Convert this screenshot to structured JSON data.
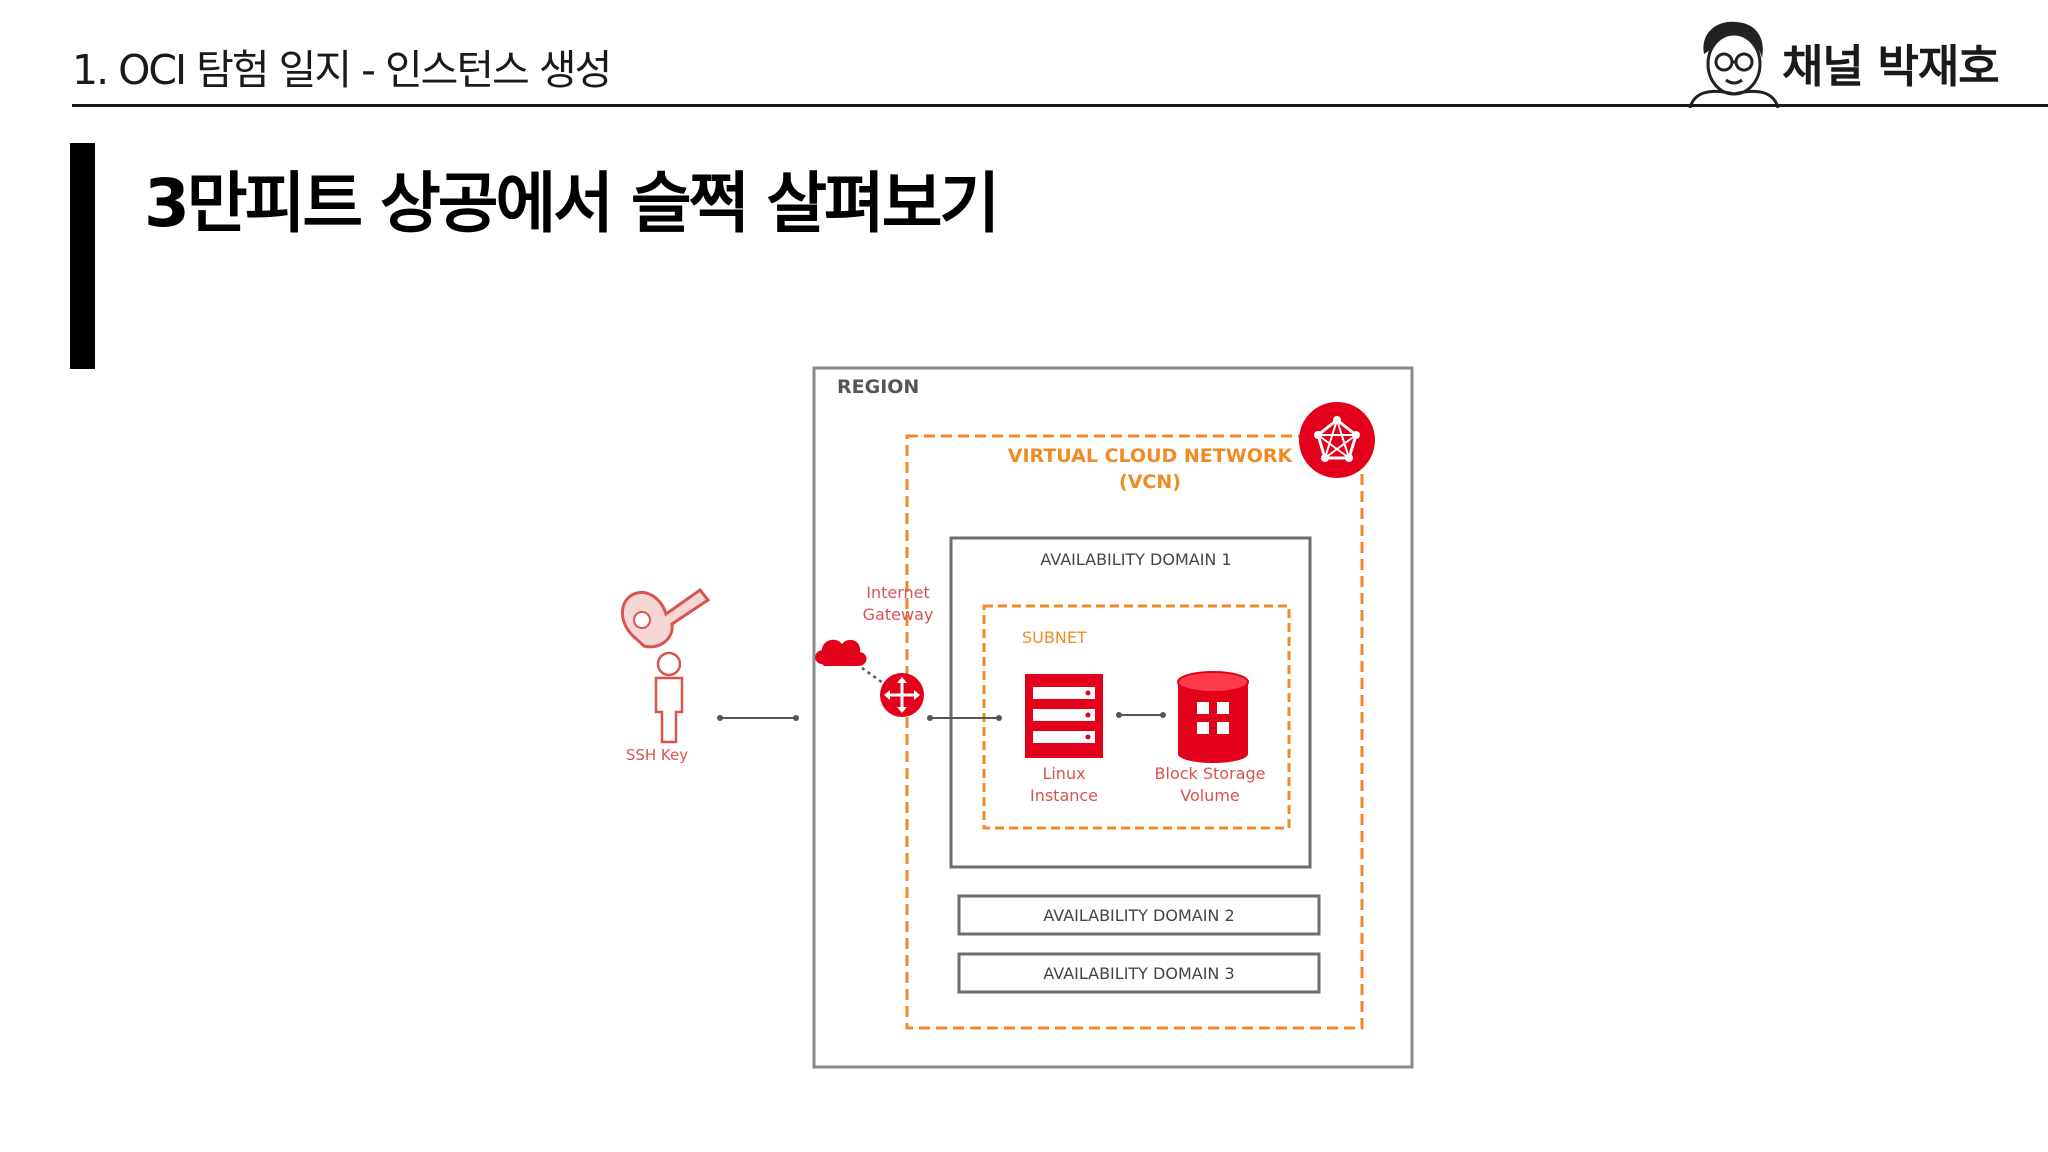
{
  "header": {
    "title": "1. OCI 탐험 일지 - 인스턴스 생성",
    "channel_name": "채널 박재호"
  },
  "slide": {
    "title": "3만피트 상공에서 슬쩍 살펴보기"
  },
  "diagram": {
    "region_label": "REGION",
    "vcn_label_line1": "VIRTUAL CLOUD NETWORK",
    "vcn_label_line2": "(VCN)",
    "ad1_label": "AVAILABILITY DOMAIN 1",
    "ad2_label": "AVAILABILITY DOMAIN 2",
    "ad3_label": "AVAILABILITY DOMAIN 3",
    "subnet_label": "SUBNET",
    "gateway_line1": "Internet",
    "gateway_line2": "Gateway",
    "ssh_label": "SSH Key",
    "instance_line1": "Linux",
    "instance_line2": "Instance",
    "storage_line1": "Block Storage",
    "storage_line2": "Volume"
  },
  "colors": {
    "oracle_red": "#e2001a",
    "orange_dash": "#f08a24",
    "region_border": "#8a8a8a",
    "ad_border": "#6e6e6e",
    "ssh_red": "#d9534f"
  }
}
